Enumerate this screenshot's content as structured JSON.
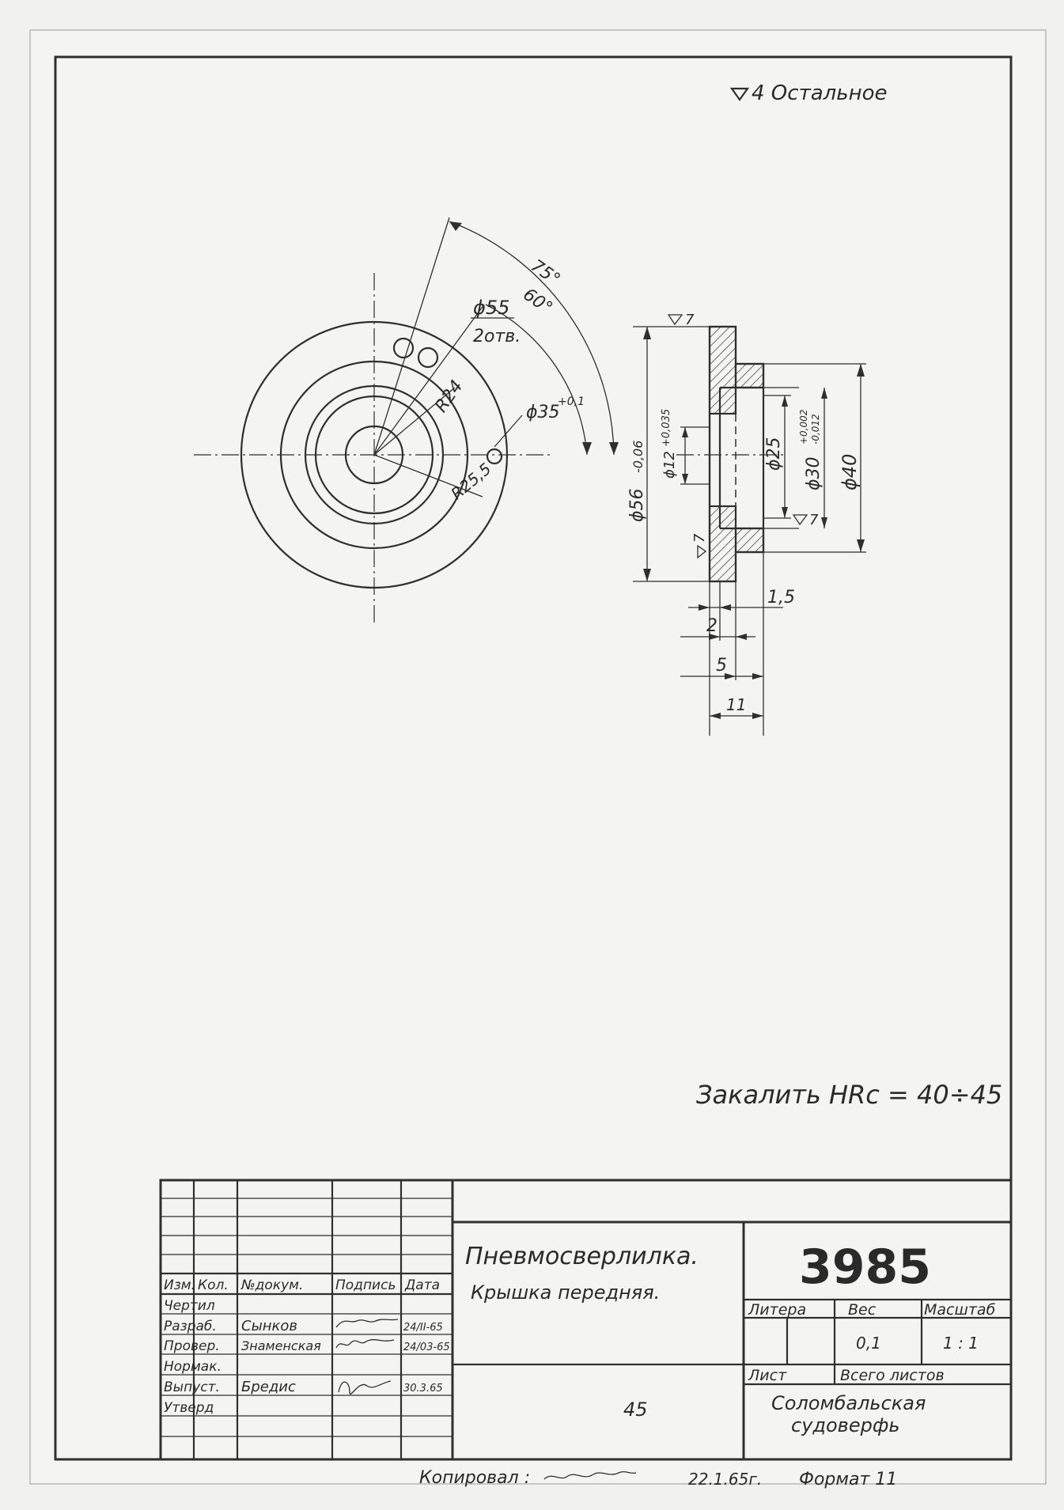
{
  "roughness_note": "4 Остальное",
  "drawing": {
    "angle_outer": "75°",
    "angle_inner": "60°",
    "hole_dia": "ϕ55",
    "hole_count": "2отв.",
    "radius_inner": "R24",
    "radius_outer": "R25,5",
    "hole_small": "ϕ35",
    "hole_small_tol": "+0,1",
    "roughness_7": "7",
    "dia_56": "ϕ56",
    "dia_56_tol": "-0,06",
    "dia_12": "ϕ12",
    "dia_12_tol": "+0,035",
    "dia_25": "ϕ25",
    "dia_30": "ϕ30",
    "dia_30_tol_up": "+0,002",
    "dia_30_tol_low": "-0,012",
    "dia_40": "ϕ40",
    "dim_1_5": "1,5",
    "dim_2": "2",
    "dim_5": "5",
    "dim_11": "11"
  },
  "hardening_note": "Закалить HRc = 40÷45",
  "title_block": {
    "headers": {
      "izm": "Изм.",
      "kol": "Кол.",
      "doc": "№докум.",
      "sign": "Подпись",
      "date": "Дата"
    },
    "roles": [
      "Чертил",
      "Разраб.",
      "Провер.",
      "Нормак.",
      "Выпуст.",
      "Утверд"
    ],
    "names": [
      "",
      "Сынков",
      "Знаменская",
      "",
      "Бредис",
      ""
    ],
    "dates": [
      "",
      "24/II-65",
      "24/03-65",
      "",
      "30.3.65",
      ""
    ],
    "product": "Пневмосверлилка.",
    "part": "Крышка передняя.",
    "number": "3985",
    "litera_label": "Литера",
    "weight_label": "Вес",
    "scale_label": "Масштаб",
    "weight": "0,1",
    "scale": "1 : 1",
    "sheet_label": "Лист",
    "sheets_total_label": "Всего листов",
    "org": "Соломбальская",
    "org2": "судоверфь",
    "center_num": "45"
  },
  "footer": {
    "copied_label": "Копировал :",
    "date": "22.1.65г.",
    "format": "Формат 11"
  }
}
